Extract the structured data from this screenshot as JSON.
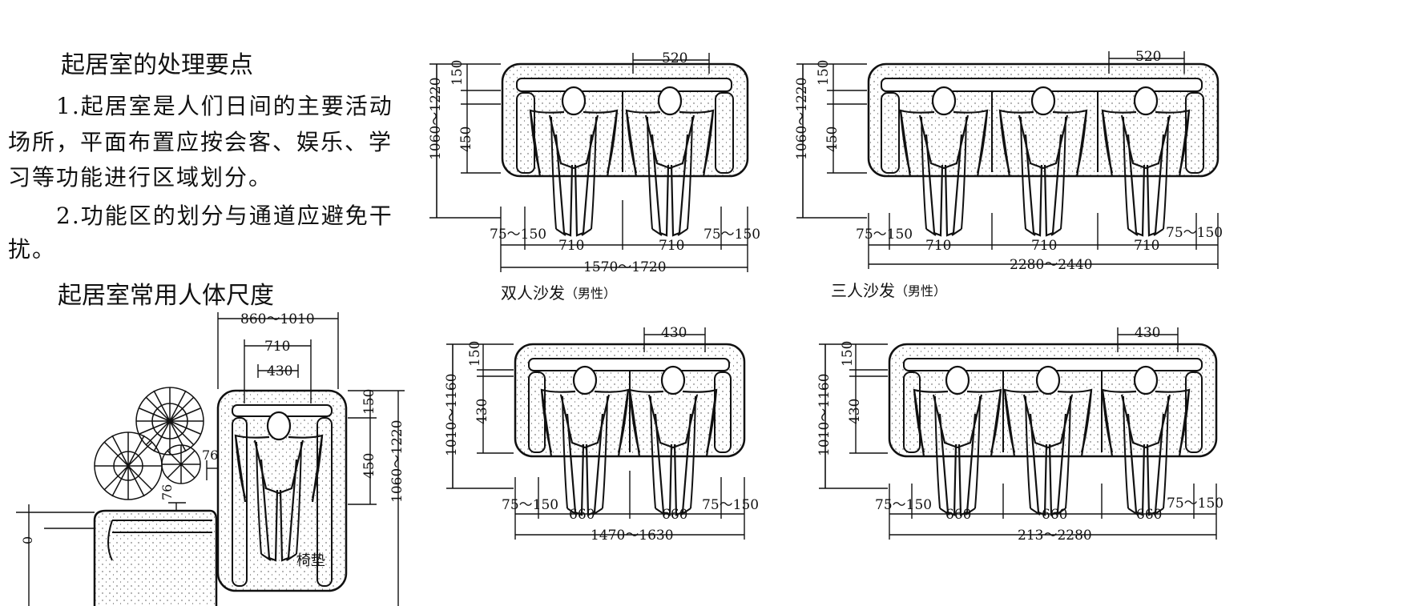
{
  "text_block": {
    "heading1": "起居室的处理要点",
    "point1_line1": "1.起居室是人们日间的主要活动",
    "point1_line2": "场所，平面布置应按会客、娱乐、学",
    "point1_line3": "习等功能进行区域划分。",
    "point2_line1": "2.功能区的划分与通道应避免干",
    "point2_line2": "扰。",
    "heading2": "起居室常用人体尺度"
  },
  "armchair_diagram": {
    "dim_overall": "860～1010",
    "dim_mid": "710",
    "dim_seat": "430",
    "dim_back": "150",
    "dim_seat_depth": "450",
    "dim_height_range": "1060～1220",
    "dim_gap_a": "76",
    "dim_gap_b": "76",
    "cushion_label": "椅垫",
    "dim_partial": "0"
  },
  "sofa_two_male": {
    "caption": "双人沙发",
    "caption_note": "（男性）",
    "dim_top": "520",
    "dim_back": "150",
    "dim_seat": "450",
    "dim_height": "1060～1220",
    "dim_side_left": "75～150",
    "dim_seat_1": "710",
    "dim_seat_2": "710",
    "dim_side_right": "75～150",
    "dim_total": "1570～1720"
  },
  "sofa_three_male": {
    "caption": "三人沙发",
    "caption_note": "（男性）",
    "dim_top": "520",
    "dim_back": "150",
    "dim_seat": "450",
    "dim_height": "1060～1220",
    "dim_side_left": "75～150",
    "dim_seat_1": "710",
    "dim_seat_2": "710",
    "dim_seat_3": "710",
    "dim_side_right": "75～150",
    "dim_total": "2280～2440"
  },
  "sofa_two_female": {
    "dim_top": "430",
    "dim_back": "150",
    "dim_seat": "430",
    "dim_height": "1010～1160",
    "dim_side_left": "75～150",
    "dim_seat_1": "660",
    "dim_seat_2": "660",
    "dim_side_right": "75～150",
    "dim_total": "1470～1630"
  },
  "sofa_three_female": {
    "dim_top": "430",
    "dim_back": "150",
    "dim_seat": "430",
    "dim_height": "1010～1160",
    "dim_side_left": "75～150",
    "dim_seat_1": "660",
    "dim_seat_2": "660",
    "dim_seat_3": "660",
    "dim_side_right": "75～150",
    "dim_total": "213～2280"
  }
}
